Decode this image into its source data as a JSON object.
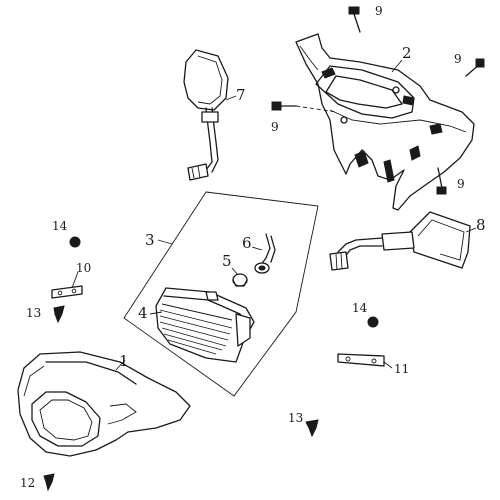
{
  "callouts": {
    "c1": "1",
    "c2": "2",
    "c3": "3",
    "c4": "4",
    "c5": "5",
    "c6": "6",
    "c7": "7",
    "c8": "8",
    "c9a": "9",
    "c9b": "9",
    "c9c": "9",
    "c9d": "9",
    "c10": "10",
    "c11": "11",
    "c12": "12",
    "c13a": "13",
    "c13b": "13",
    "c14a": "14",
    "c14b": "14"
  },
  "colors": {
    "ink": "#1a1a1a",
    "paper": "#ffffff"
  }
}
